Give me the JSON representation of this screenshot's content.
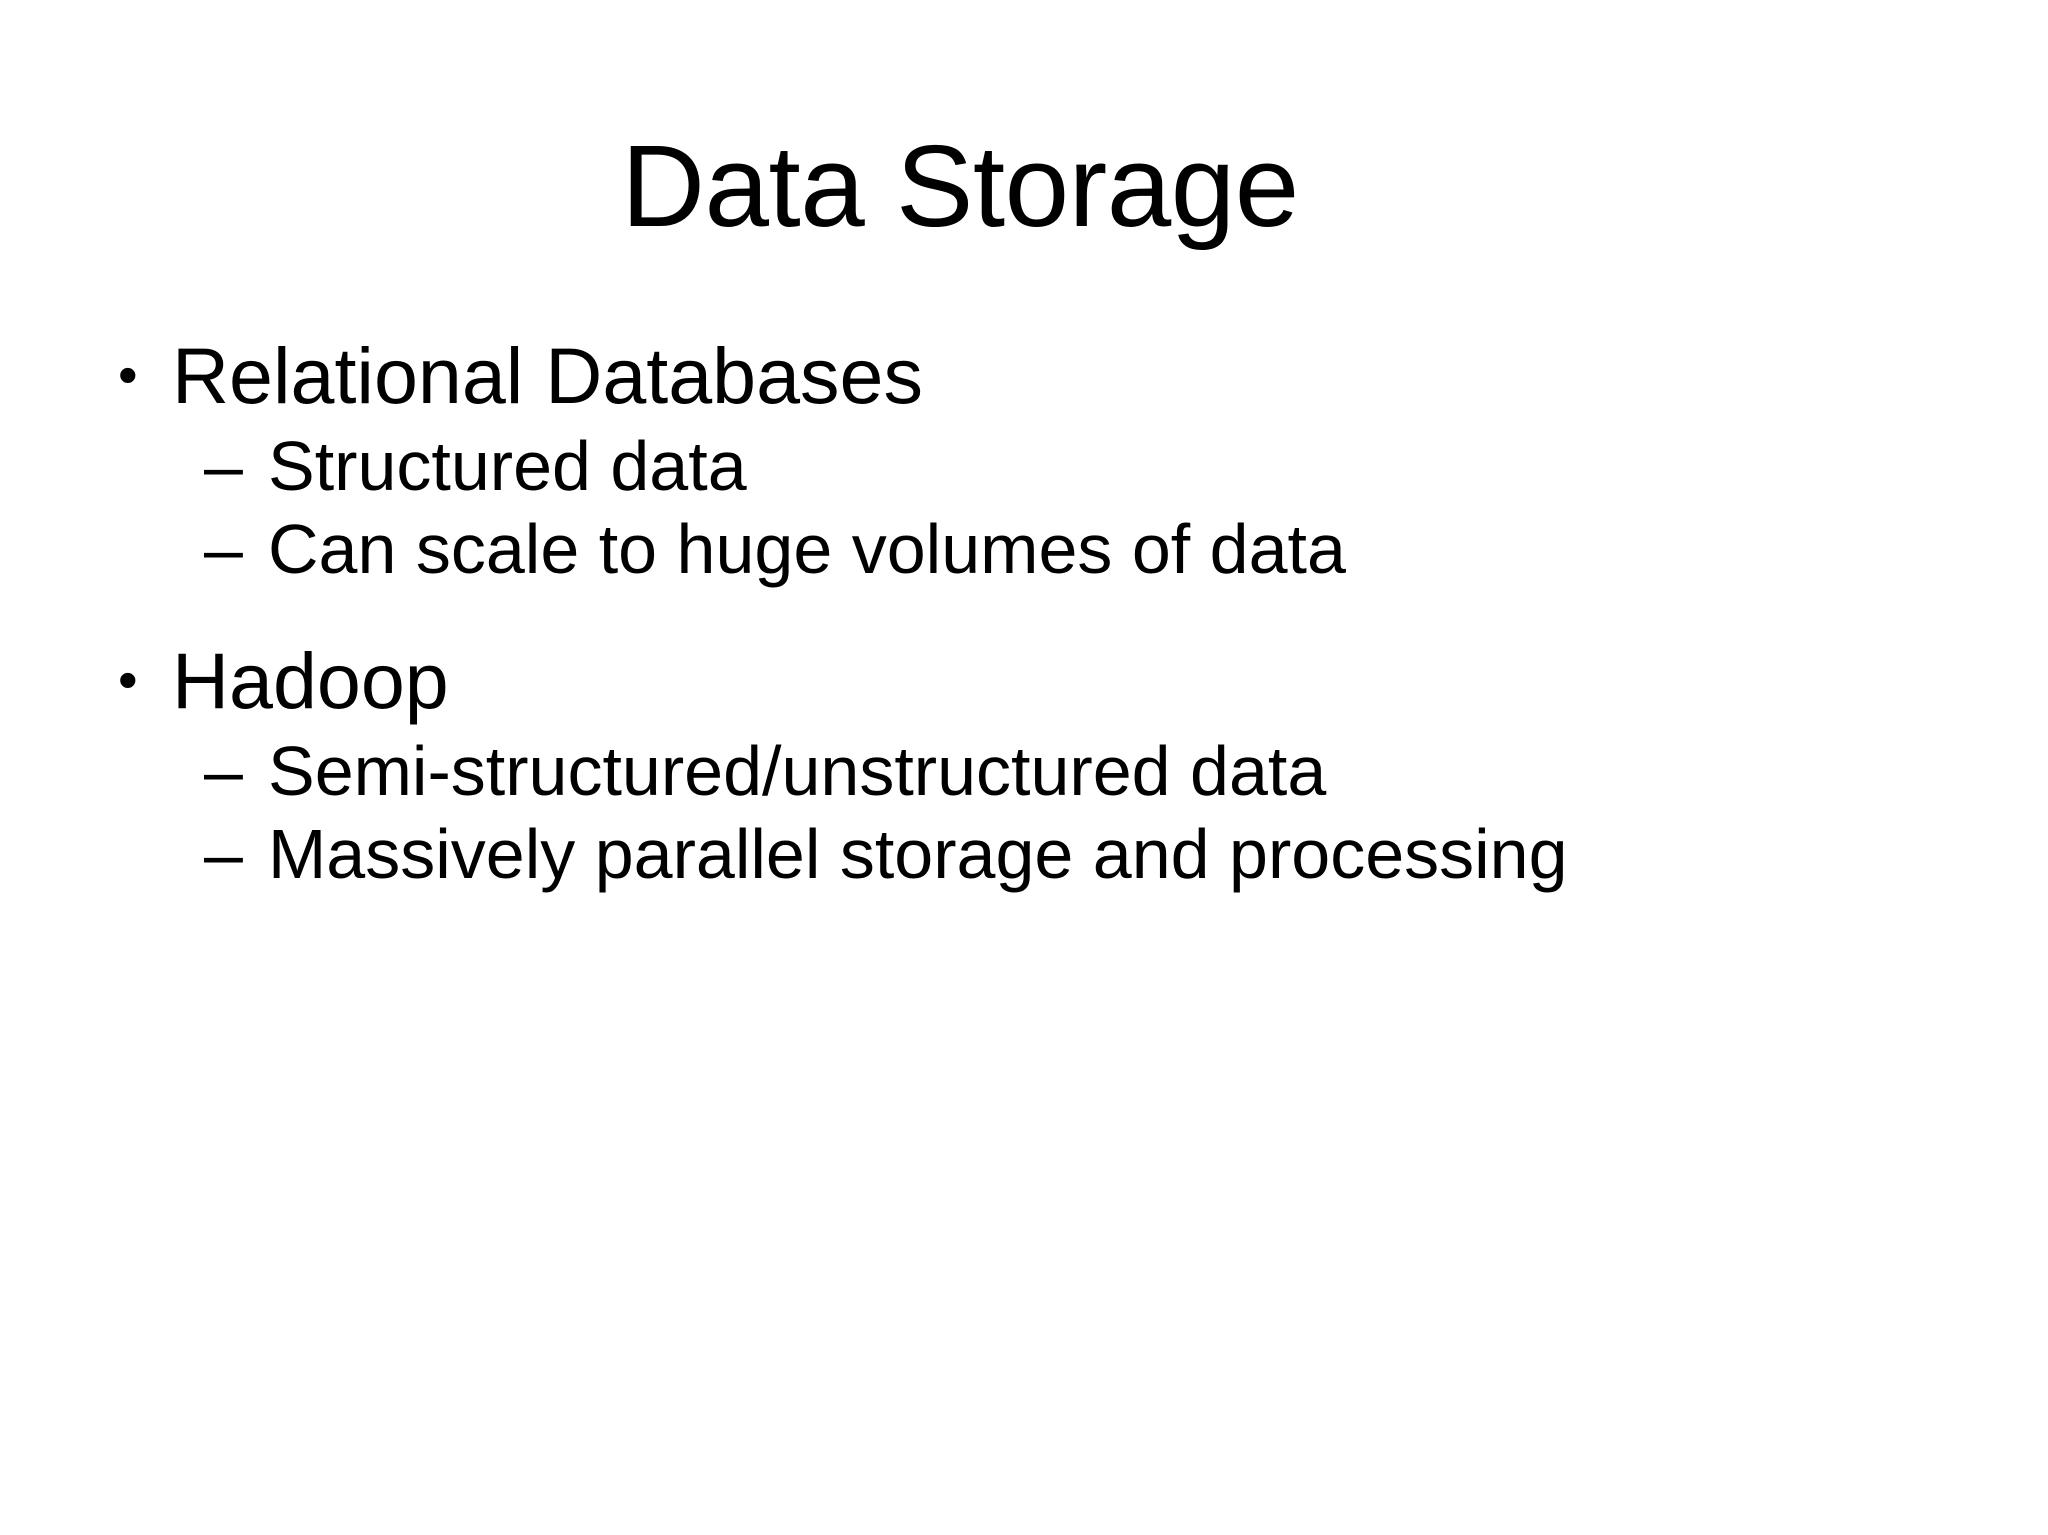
{
  "slide": {
    "background_color": "#ffffff",
    "text_color": "#000000",
    "title": "Data Storage",
    "bullet_marker_level1": "•",
    "bullet_marker_level2": "–",
    "content": [
      {
        "level1": "Relational Databases",
        "level2": [
          "Structured data",
          "Can scale to huge volumes of data"
        ]
      },
      {
        "level1": "Hadoop",
        "level2": [
          "Semi-structured/unstructured data",
          "Massively parallel storage and processing"
        ]
      }
    ]
  }
}
